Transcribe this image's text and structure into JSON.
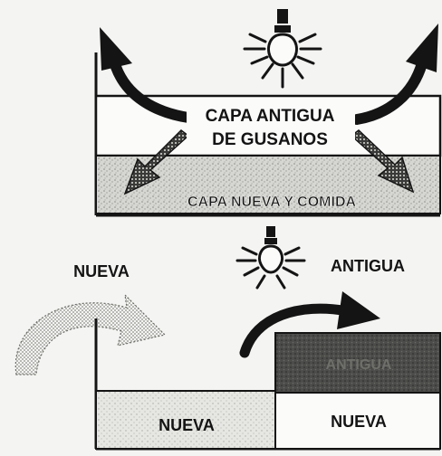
{
  "top": {
    "old_layer_line1": "CAPA ANTIGUA",
    "old_layer_line2": "DE GUSANOS",
    "new_layer": "CAPA NUEVA Y COMIDA"
  },
  "bottom": {
    "new_label": "NUEVA",
    "old_label": "ANTIGUA",
    "old_block": "ANTIGUA",
    "new_left": "NUEVA",
    "new_right": "NUEVA"
  },
  "colors": {
    "ink": "#141414",
    "stipple_light": "#d2d2ce",
    "stipple_dark": "#4a4a48",
    "paper": "#f4f4f2",
    "white": "#fbfbfa"
  },
  "icons": [
    "light-bulb-icon",
    "curved-arrow-icon",
    "dotted-arrow-icon"
  ]
}
